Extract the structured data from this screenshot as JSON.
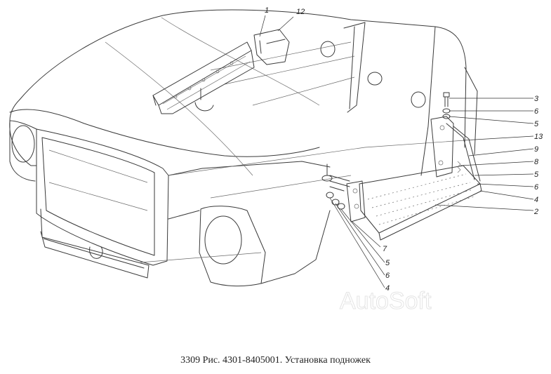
{
  "caption": "3309 Рис. 4301-8405001. Установка подножек",
  "watermark": "AutoSoft",
  "callouts": [
    {
      "id": "1",
      "text": "1"
    },
    {
      "id": "12",
      "text": "12"
    },
    {
      "id": "3",
      "text": "3"
    },
    {
      "id": "6a",
      "text": "6"
    },
    {
      "id": "5a",
      "text": "5"
    },
    {
      "id": "13",
      "text": "13"
    },
    {
      "id": "9",
      "text": "9"
    },
    {
      "id": "8",
      "text": "8"
    },
    {
      "id": "5b",
      "text": "5"
    },
    {
      "id": "6b",
      "text": "6"
    },
    {
      "id": "4a",
      "text": "4"
    },
    {
      "id": "2",
      "text": "2"
    },
    {
      "id": "7",
      "text": "7"
    },
    {
      "id": "5c",
      "text": "5"
    },
    {
      "id": "6c",
      "text": "6"
    },
    {
      "id": "4b",
      "text": "4"
    }
  ]
}
